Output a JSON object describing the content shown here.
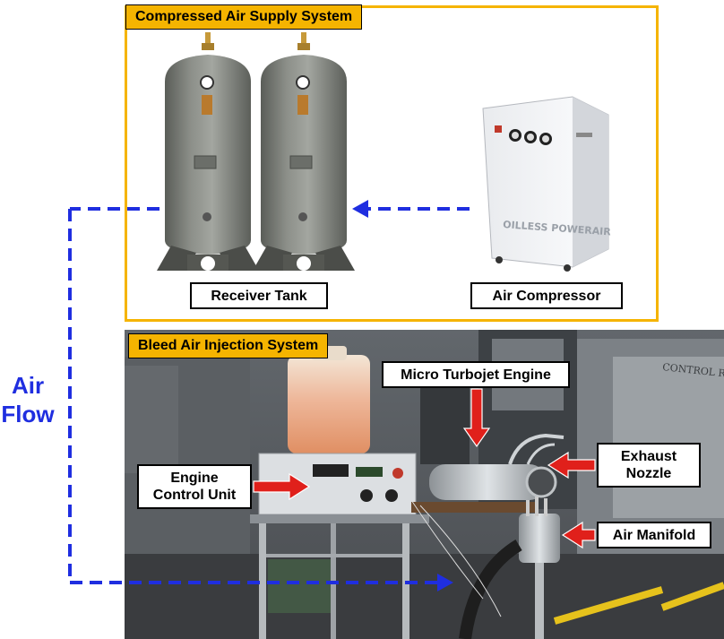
{
  "supply_system": {
    "title": "Compressed Air Supply System",
    "receiver_tank_label": "Receiver Tank",
    "air_compressor_label": "Air Compressor",
    "compressor_brand": "OILLESS POWERAIR"
  },
  "bleed_system": {
    "title": "Bleed Air Injection System",
    "micro_turbojet_label": "Micro Turbojet Engine",
    "exhaust_nozzle_label_line1": "Exhaust",
    "exhaust_nozzle_label_line2": "Nozzle",
    "ecu_label_line1": "Engine",
    "ecu_label_line2": "Control Unit",
    "air_manifold_label": "Air Manifold",
    "background_sign": "CONTROL ROOM"
  },
  "flow": {
    "label_line1": "Air",
    "label_line2": "Flow"
  },
  "colors": {
    "frame_accent": "#f5b400",
    "flow_blue": "#1f2ee0",
    "pointer_red": "#e0201b"
  }
}
